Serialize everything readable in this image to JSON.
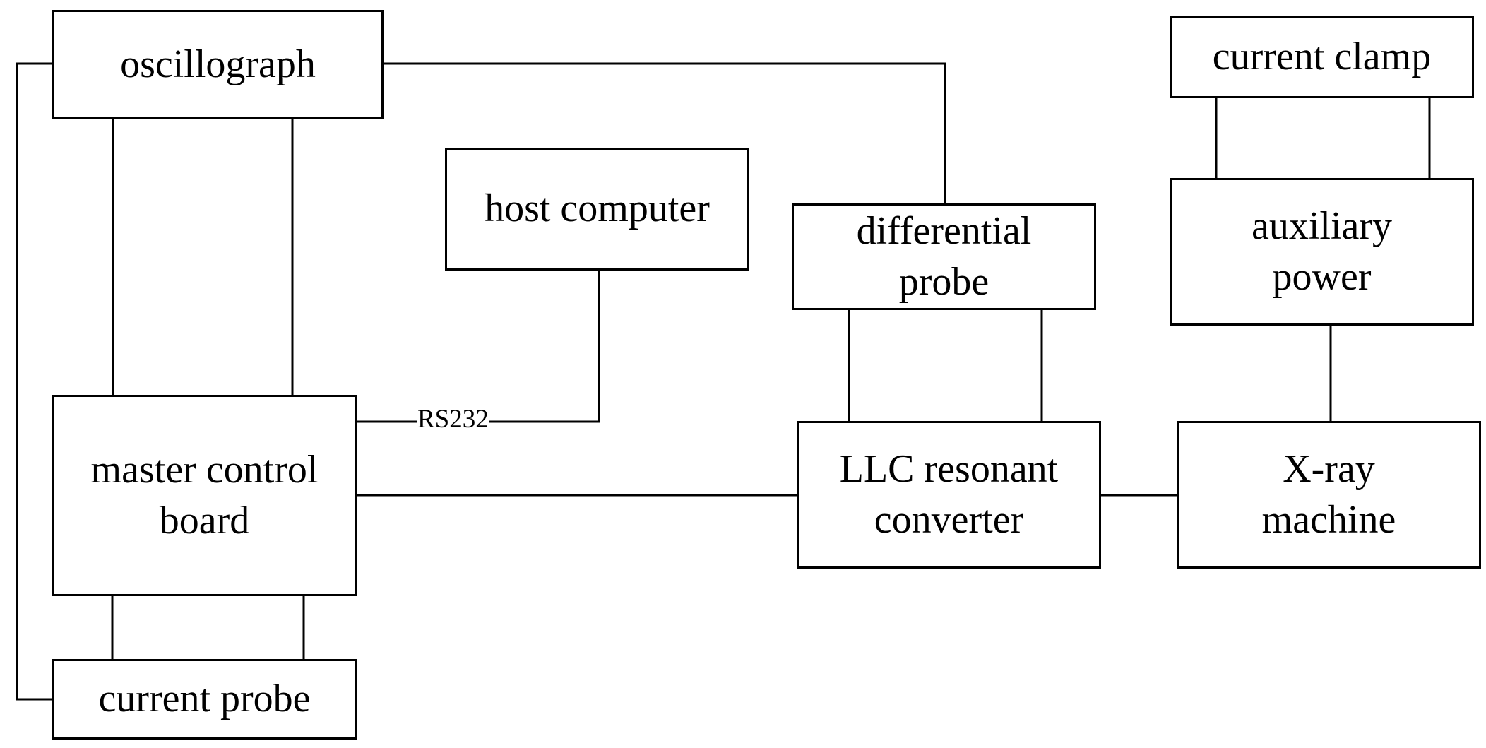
{
  "nodes": {
    "oscillograph": {
      "lines": [
        "oscillograph"
      ]
    },
    "host_computer": {
      "lines": [
        "host computer"
      ]
    },
    "differential_probe": {
      "lines": [
        "differential",
        "probe"
      ]
    },
    "current_clamp": {
      "lines": [
        "current clamp"
      ]
    },
    "auxiliary_power": {
      "lines": [
        "auxiliary",
        "power"
      ]
    },
    "master_control_board": {
      "lines": [
        "master control",
        "board"
      ]
    },
    "llc_resonant_converter": {
      "lines": [
        "LLC resonant",
        "converter"
      ]
    },
    "xray_machine": {
      "lines": [
        "X-ray",
        "machine"
      ]
    },
    "current_probe": {
      "lines": [
        "current probe"
      ]
    }
  },
  "edge_labels": {
    "rs232": "RS232"
  },
  "colors": {
    "stroke": "#000000",
    "background": "#ffffff"
  }
}
